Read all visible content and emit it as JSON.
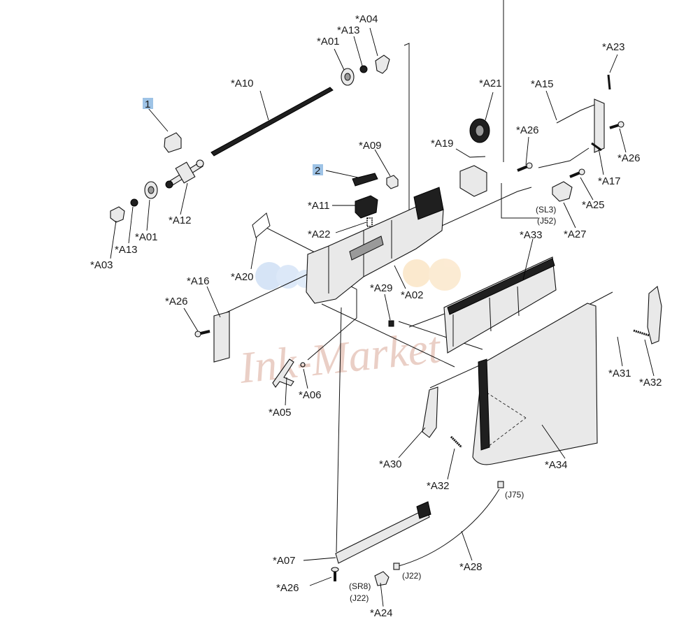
{
  "callouts": {
    "c1": "1",
    "c2": "2"
  },
  "labels": {
    "a04": "*A04",
    "a13_top": "*A13",
    "a01_top": "*A01",
    "a10": "*A10",
    "a21": "*A21",
    "a15": "*A15",
    "a23": "*A23",
    "a26_r": "*A26",
    "a17": "*A17",
    "a26_mid": "*A26",
    "a19": "*A19",
    "a09": "*A09",
    "a25": "*A25",
    "a27": "*A27",
    "a11": "*A11",
    "a22": "*A22",
    "a12": "*A12",
    "a01_left": "*A01",
    "a13_left": "*A13",
    "a03": "*A03",
    "a33": "*A33",
    "a20": "*A20",
    "a29": "*A29",
    "a02": "*A02",
    "a16": "*A16",
    "a26_left": "*A26",
    "a31": "*A31",
    "a32_r": "*A32",
    "a06": "*A06",
    "a05": "*A05",
    "a30": "*A30",
    "a34": "*A34",
    "a32_low": "*A32",
    "a28": "*A28",
    "a07": "*A07",
    "a26_bot": "*A26",
    "a24": "*A24"
  },
  "connectors": {
    "sl3": "(SL3)",
    "j52": "(J52)",
    "j75": "(J75)",
    "j22_r": "(J22)",
    "sr8": "(SR8)",
    "j22_b": "(J22)"
  },
  "watermark": {
    "text": "Ink-Market"
  },
  "colors": {
    "callout_fill": "#9ec3e6",
    "watermark_text": "#e7c7bd",
    "watermark_blue": "#cfe0f5",
    "watermark_orange": "#fbe6c6"
  }
}
